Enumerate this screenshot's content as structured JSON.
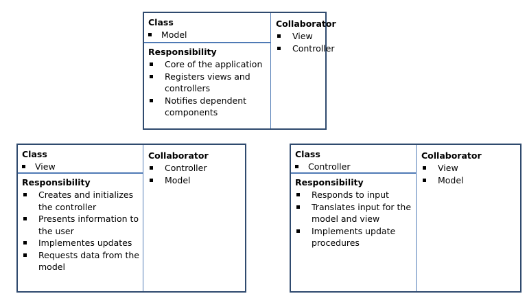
{
  "cards": {
    "model": {
      "class_label": "Class",
      "class_name": "Model",
      "responsibility_label": "Responsibility",
      "responsibilities": [
        "Core of the application",
        "Registers views and controllers",
        "Notifies dependent components"
      ],
      "collaborator_label": "Collaborator",
      "collaborators": [
        "View",
        "Controller"
      ]
    },
    "view": {
      "class_label": "Class",
      "class_name": "View",
      "responsibility_label": "Responsibility",
      "responsibilities": [
        "Creates and initializes the controller",
        "Presents information to the user",
        "Implementes updates",
        "Requests data from the model"
      ],
      "collaborator_label": "Collaborator",
      "collaborators": [
        "Controller",
        "Model"
      ]
    },
    "controller": {
      "class_label": "Class",
      "class_name": "Controller",
      "responsibility_label": "Responsibility",
      "responsibilities": [
        "Responds to input",
        "Translates input for the model and view",
        "Implements update procedures"
      ],
      "collaborator_label": "Collaborator",
      "collaborators": [
        "View",
        "Model"
      ]
    }
  },
  "colors": {
    "border": "#2f4a6e",
    "divider": "#4f7ab5"
  }
}
